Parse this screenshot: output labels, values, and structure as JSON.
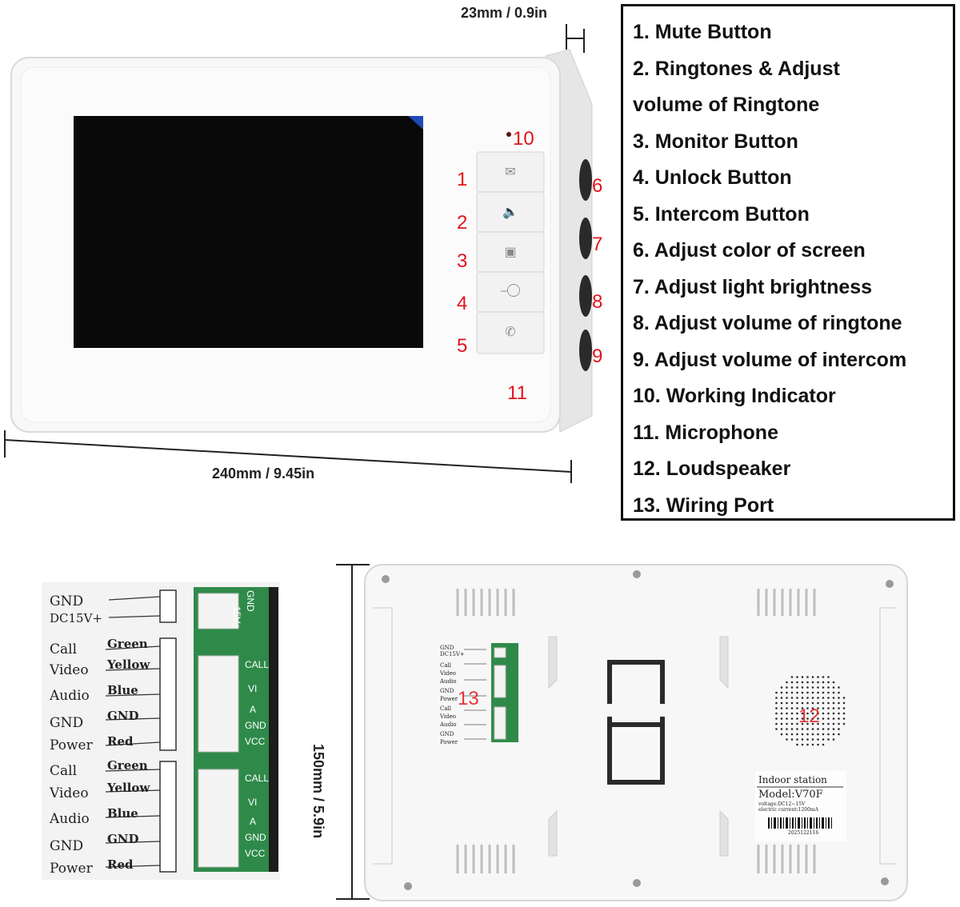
{
  "front_view": {
    "depth_dimension": "23mm / 0.9in",
    "width_dimension": "240mm / 9.45in",
    "callouts": [
      "1",
      "2",
      "3",
      "4",
      "5",
      "6",
      "7",
      "8",
      "9",
      "10",
      "11"
    ],
    "buttons": [
      {
        "icon": "mail-icon"
      },
      {
        "icon": "speaker-icon"
      },
      {
        "icon": "contact-icon"
      },
      {
        "icon": "key-icon"
      },
      {
        "icon": "phone-icon"
      }
    ]
  },
  "legend": {
    "items": [
      "1. Mute Button",
      "2. Ringtones & Adjust",
      "volume of Ringtone",
      "3. Monitor Button",
      "4. Unlock Button",
      "5. Intercom Button",
      "6. Adjust color of screen",
      "7. Adjust light brightness",
      "8. Adjust volume of ringtone",
      "9. Adjust volume of intercom",
      "10. Working Indicator",
      "11. Microphone",
      "12. Loudspeaker",
      "13. Wiring Port"
    ]
  },
  "wiring": {
    "power_group": [
      "GND",
      "DC15V+"
    ],
    "pcb_power_labels": [
      "15V+",
      "GND"
    ],
    "channels": [
      {
        "labels": [
          "Call",
          "Video",
          "Audio",
          "GND",
          "Power"
        ],
        "colors": [
          "Green",
          "Yellow",
          "Blue",
          "GND",
          "Red"
        ],
        "pcb_labels": [
          "CALL",
          "VI",
          "A",
          "GND",
          "VCC"
        ]
      },
      {
        "labels": [
          "Call",
          "Video",
          "Audio",
          "GND",
          "Power"
        ],
        "colors": [
          "Green",
          "Yellow",
          "Blue",
          "GND",
          "Red"
        ],
        "pcb_labels": [
          "CALL",
          "VI",
          "A",
          "GND",
          "VCC"
        ]
      }
    ]
  },
  "back_view": {
    "height_dimension": "150mm / 5.9in",
    "callouts": [
      "12",
      "13"
    ],
    "label_title": "Indoor station",
    "label_model": "Model:V70F",
    "label_voltage": "voltage:DC12~15V",
    "label_current": "electric current:1200mA",
    "label_serial": "2025122116"
  },
  "colors": {
    "callout_red": "#e0141b",
    "pcb_green": "#2f8a4a",
    "device_white": "#f7f7f7"
  }
}
